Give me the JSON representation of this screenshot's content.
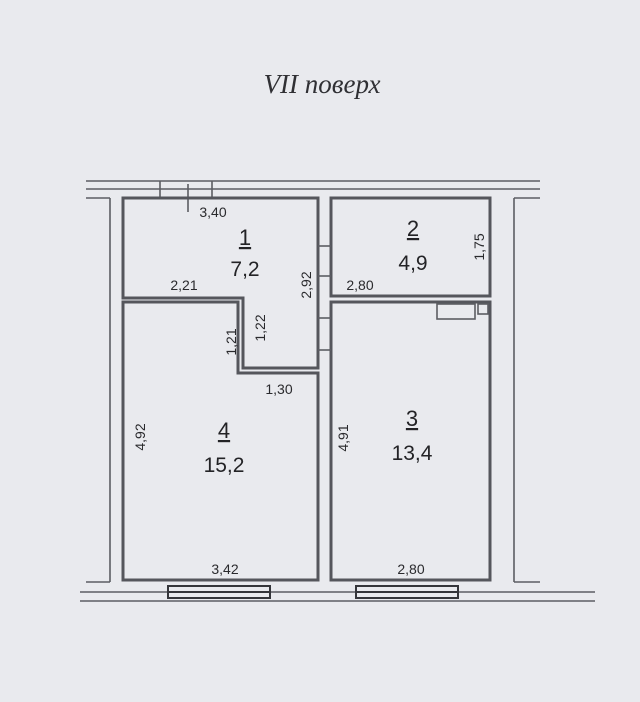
{
  "header": {
    "title": "VII поверх"
  },
  "rooms": [
    {
      "number": "1",
      "area": "7,2"
    },
    {
      "number": "2",
      "area": "4,9"
    },
    {
      "number": "3",
      "area": "13,4"
    },
    {
      "number": "4",
      "area": "15,2"
    }
  ],
  "dimensions": {
    "room1_top": "3,40",
    "room1_right": "2,92",
    "room1_bottom": "2,21",
    "notch_left": "1,21",
    "notch_right": "1,22",
    "notch_bottom": "1,30",
    "room2_right": "1,75",
    "room2_bottom": "2,80",
    "room4_left": "4,92",
    "room4_bottom": "3,42",
    "room3_left": "4,91",
    "room3_bottom": "2,80"
  },
  "colors": {
    "background": "#e9eaee",
    "wall": "#55565c",
    "text": "#232326"
  }
}
